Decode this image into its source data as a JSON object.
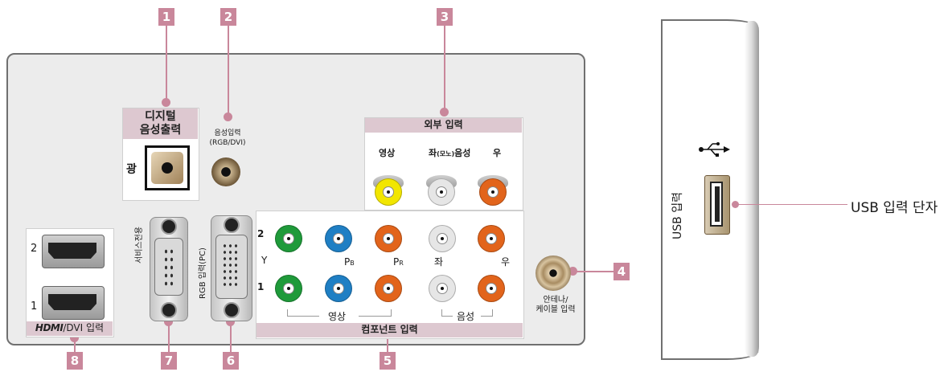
{
  "callouts": [
    "1",
    "2",
    "3",
    "4",
    "5",
    "6",
    "7",
    "8"
  ],
  "labels": {
    "digital_audio_out": "디지털\n음성출력",
    "optical": "광",
    "audio_in_rgb": "음성입력\n(RGB/DVI)",
    "external_input": "외부 입력",
    "video": "영상",
    "left_mono_audio_l": "좌",
    "left_mono_audio_small": "(모노)",
    "left_mono_audio_r": "음성",
    "right": "우",
    "antenna": "안테나/\n케이블 입력",
    "component_input": "컴포넌트 입력",
    "comp_row_2": "2",
    "comp_row_1": "1",
    "comp_y": "Y",
    "comp_pb": "P",
    "comp_pb_sub": "B",
    "comp_pr": "P",
    "comp_pr_sub": "R",
    "comp_left": "좌",
    "comp_right": "우",
    "comp_video": "영상",
    "comp_audio": "음성",
    "service_only": "서비스전용",
    "rgb_input": "RGB 입력(PC)",
    "hdmi_logo": "HDMI",
    "hdmi_dvi_input": "/DVI 입력",
    "hdmi_1": "1",
    "hdmi_2": "2",
    "usb_input": "USB 입력",
    "usb_terminal": "USB 입력 단자"
  },
  "colors": {
    "callout": "#c9879b",
    "yellow": "#f2e600",
    "white": "#e6e6e6",
    "orange": "#e2641b",
    "green": "#1f9a3a",
    "blue": "#1f7fc4",
    "panel": "#ececec"
  }
}
